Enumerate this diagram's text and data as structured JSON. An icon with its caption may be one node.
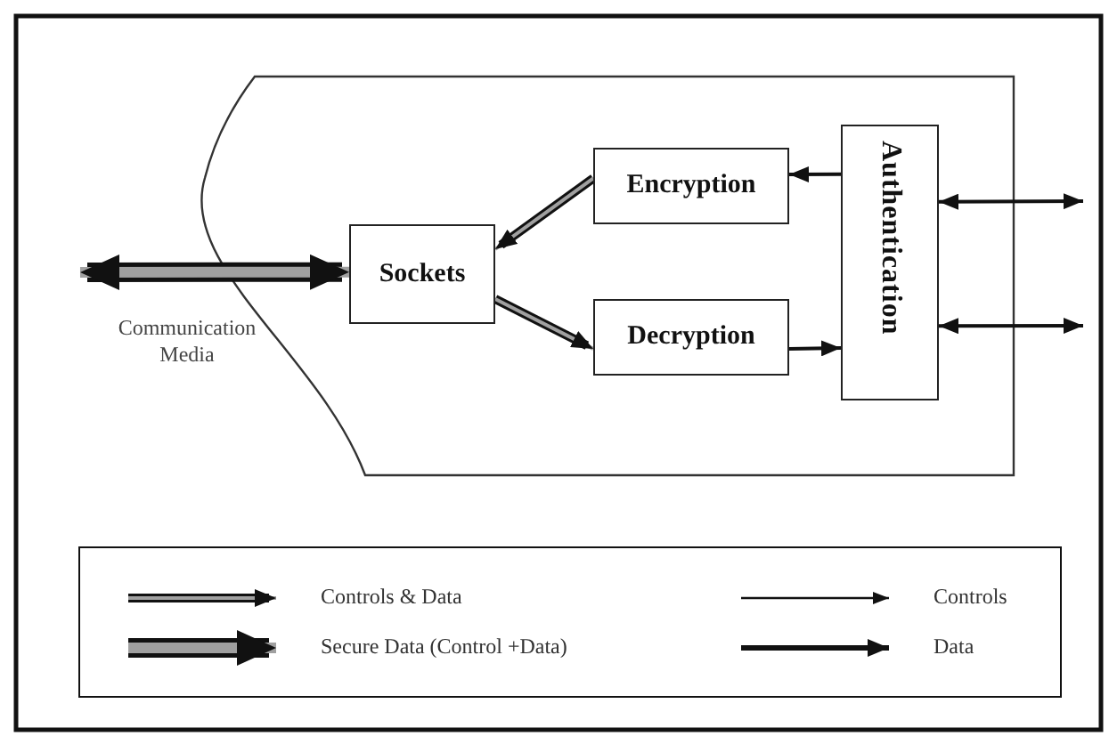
{
  "diagram": {
    "nodes": [
      {
        "text": [
          "Sockets"
        ]
      },
      {
        "text": [
          "Encryption"
        ]
      },
      {
        "text": [
          "Decryption"
        ]
      },
      {
        "text": [
          "Authentication"
        ]
      }
    ],
    "edges": [
      {
        "from": null,
        "to": 0,
        "arrow": "both",
        "style": "thick",
        "color": "#a0a0a0"
      },
      {
        "from": 1,
        "to": 0,
        "arrow": "to",
        "color": "#a0a0a0"
      },
      {
        "from": 0,
        "to": 2,
        "arrow": "to",
        "color": "#a0a0a0"
      },
      {
        "from": 3,
        "to": 1,
        "arrow": "to"
      },
      {
        "from": 2,
        "to": 3,
        "arrow": "to"
      },
      {
        "from": 3,
        "to": null,
        "arrow": "both"
      },
      {
        "from": 3,
        "to": null,
        "arrow": "both"
      }
    ],
    "labels": [
      "Communication Media"
    ],
    "legend": [
      {
        "text": "Controls & Data"
      },
      {
        "text": "Controls"
      },
      {
        "text": "Secure Data (Control +Data)"
      },
      {
        "text": "Data"
      }
    ]
  }
}
